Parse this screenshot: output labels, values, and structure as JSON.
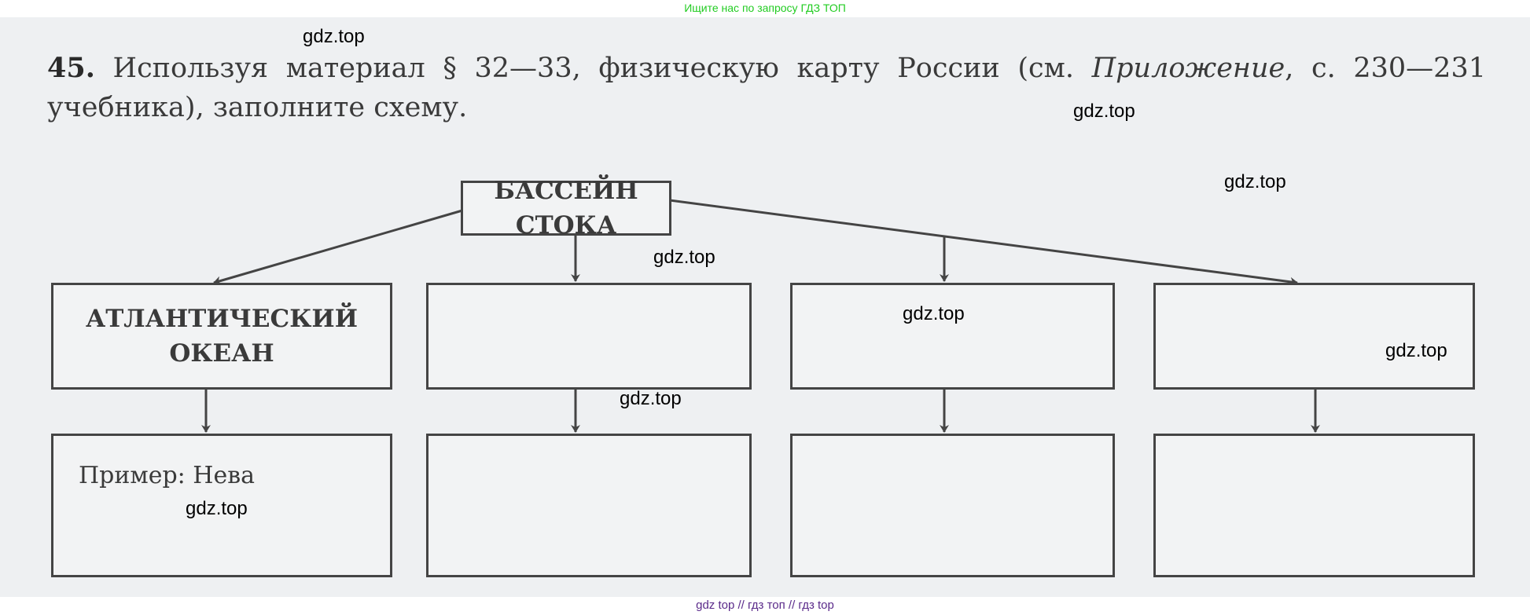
{
  "banner": "Ищите нас по запросу ГДЗ ТОП",
  "task": {
    "number": "45.",
    "text": " Используя материал § 32—33, физическую карту России (см. ",
    "italic": "Приложение",
    "text2": ", с. 230—231 учебника), заполните схему."
  },
  "diagram": {
    "root": "БАССЕЙН СТОКА",
    "level1": [
      "АТЛАНТИЧЕСКИЙ ОКЕАН",
      "",
      "",
      ""
    ],
    "level2": [
      "Пример: Нева",
      "",
      "",
      ""
    ]
  },
  "watermark": "gdz.top",
  "footer": "gdz top  //  гдз топ  //  гдз top"
}
